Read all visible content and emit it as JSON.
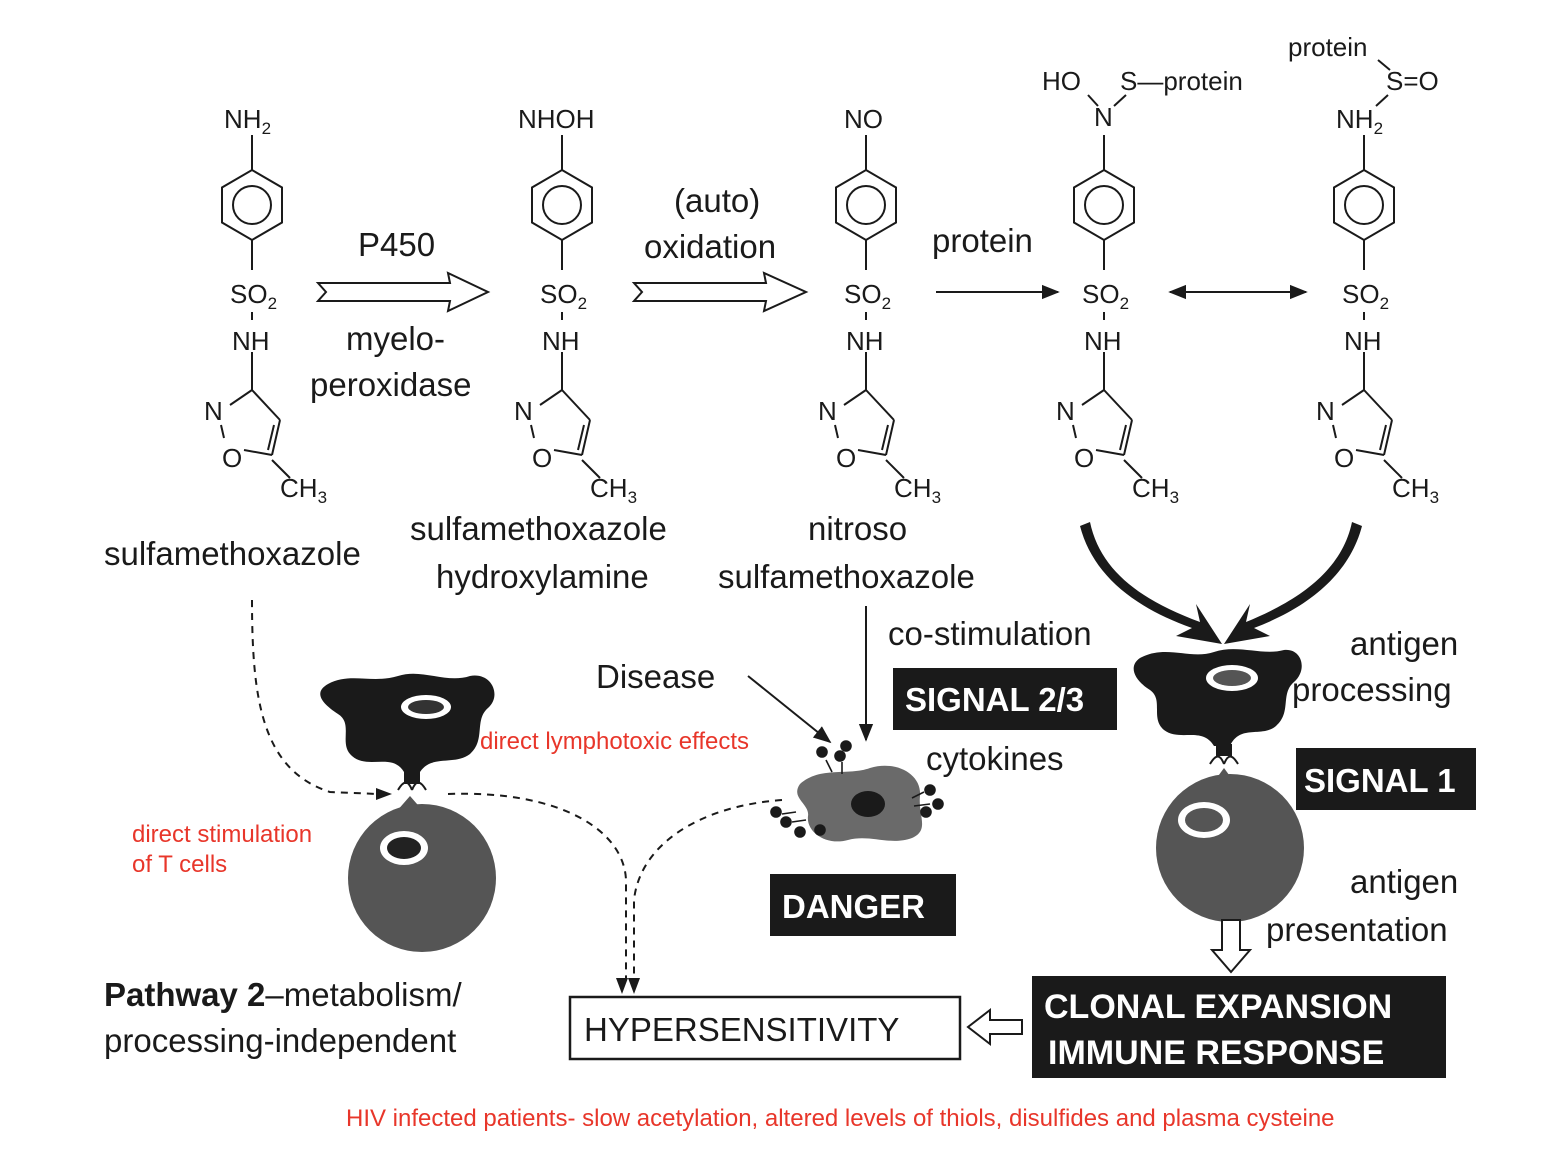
{
  "chem": {
    "nh2": "NH",
    "nh2_sub": "2",
    "so2": "SO",
    "so2_sub": "2",
    "nh": "NH",
    "ring_n": "N",
    "ring_o": "O",
    "ch3": "CH",
    "ch3_sub": "3",
    "nhoh": "NHOH",
    "no": "NO",
    "ho": "HO",
    "n": "N",
    "s_protein": "S—protein",
    "protein": "protein",
    "s_eq_o": "S=O"
  },
  "reactions": {
    "step1_top": "P450",
    "step1_bottom_1": "myelo-",
    "step1_bottom_2": "peroxidase",
    "step2_top_1": "(auto)",
    "step2_top_2": "oxidation",
    "step3_top": "protein"
  },
  "compounds": {
    "c1_name": "sulfamethoxazole",
    "c2_name_1": "sulfamethoxazole",
    "c2_name_2": "hydroxylamine",
    "c3_name_1": "nitroso",
    "c3_name_2": "sulfamethoxazole"
  },
  "labels": {
    "co_stimulation": "co-stimulation",
    "signal_23": "SIGNAL 2/3",
    "cytokines": "cytokines",
    "disease": "Disease",
    "direct_lymphotoxic": "direct lymphotoxic effects",
    "direct_stimulation_1": "direct stimulation",
    "direct_stimulation_2": "of T cells",
    "danger": "DANGER",
    "antigen_processing_1": "antigen",
    "antigen_processing_2": "processing",
    "signal_1": "SIGNAL 1",
    "antigen_presentation_1": "antigen",
    "antigen_presentation_2": "presentation",
    "pathway2_bold": "Pathway 2",
    "pathway2_rest": "–metabolism/",
    "pathway2_line2": "processing-independent",
    "hypersensitivity": "HYPERSENSITIVITY",
    "clonal_1": "CLONAL EXPANSION",
    "clonal_2": "IMMUNE RESPONSE",
    "hiv_note": "HIV infected patients- slow acetylation, altered levels of thiols, disulfides and plasma cysteine"
  },
  "colors": {
    "annotation_red": "#e8362a",
    "cell_dark": "#1a1a1a",
    "cell_gray": "#555555",
    "danger_cell": "#6a6a6a"
  }
}
